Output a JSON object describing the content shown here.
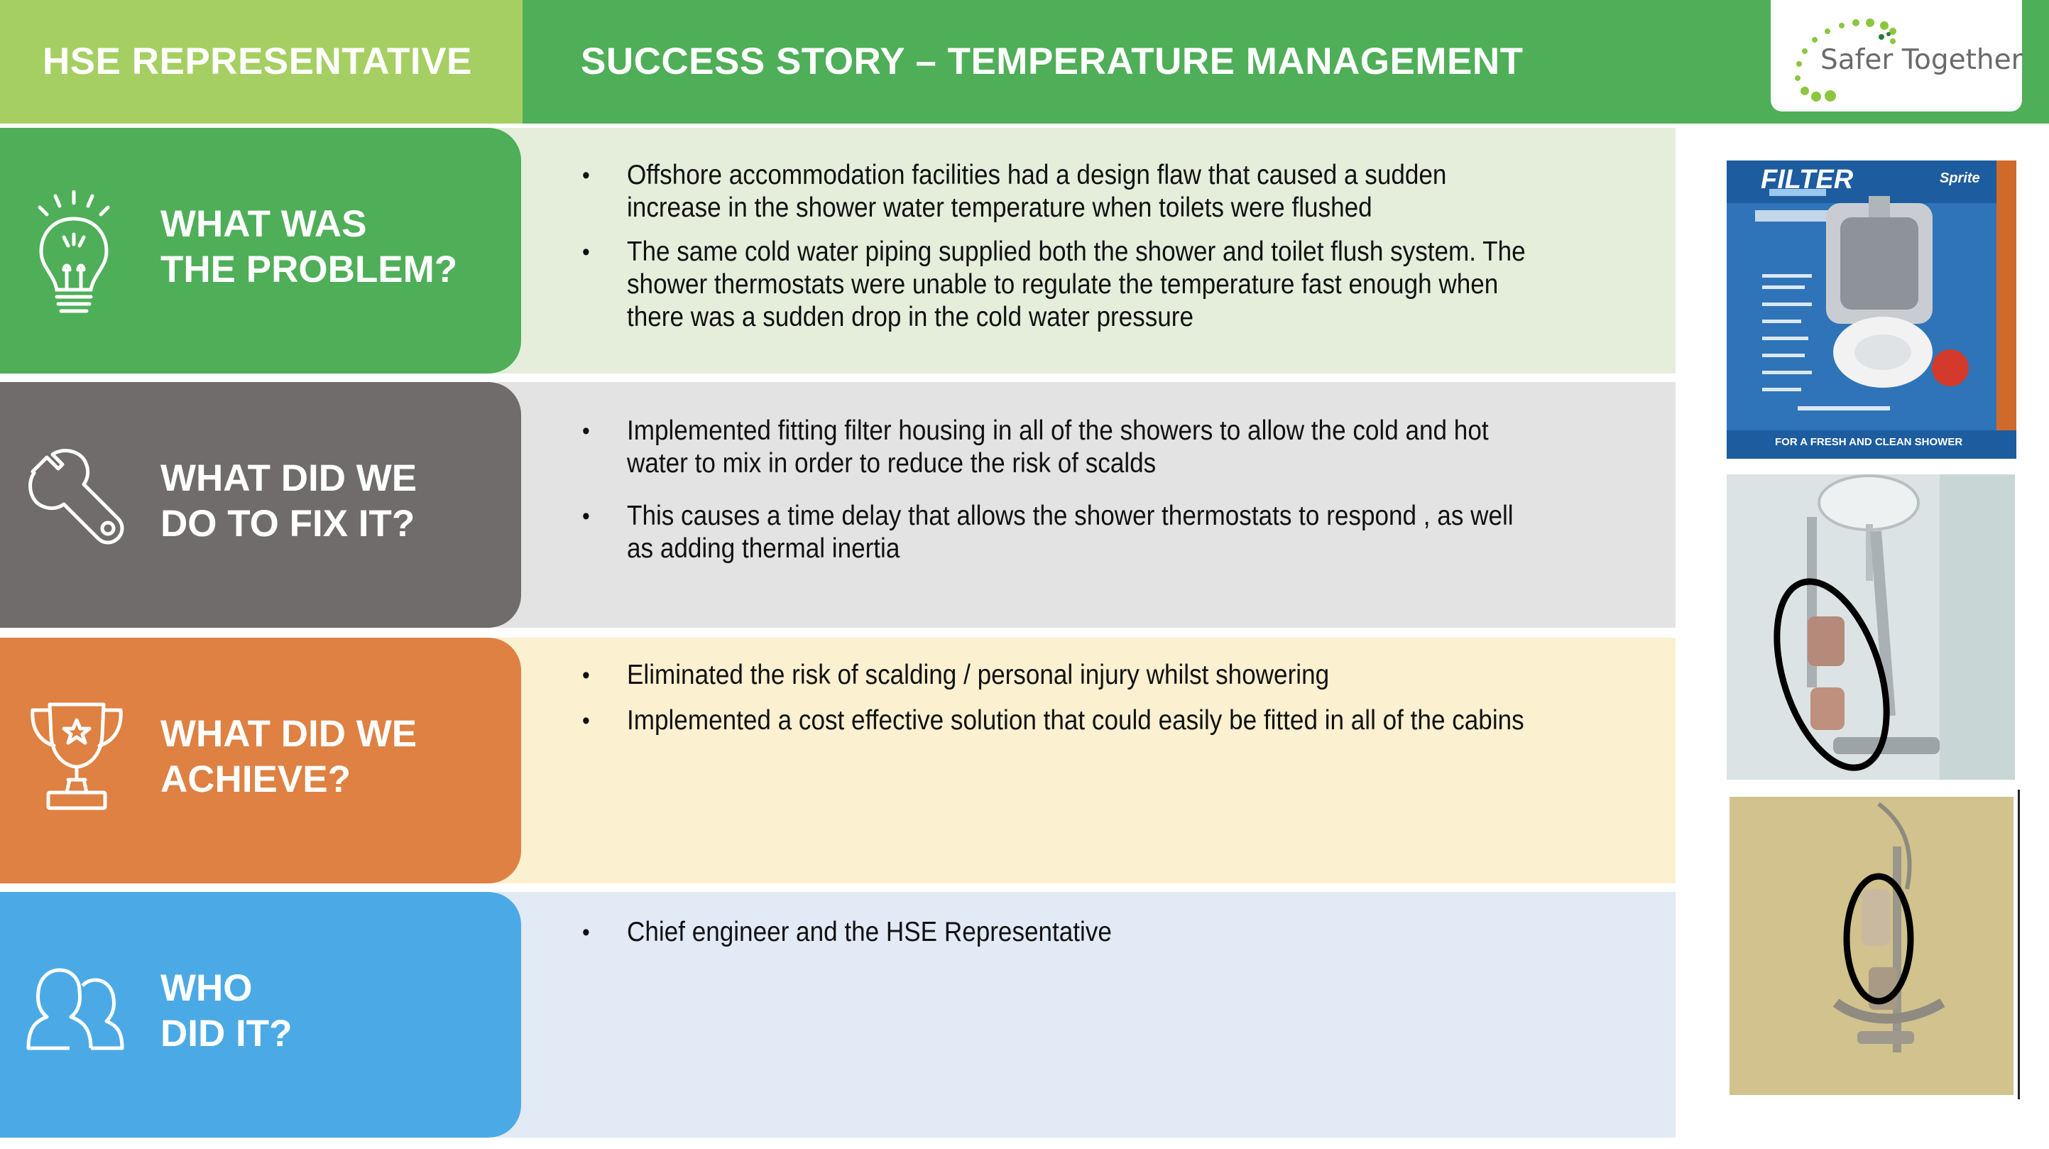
{
  "header": {
    "left_title": "HSE REPRESENTATIVE",
    "right_title": "SUCCESS STORY – TEMPERATURE MANAGEMENT",
    "logo_text": "Safer Together",
    "colors": {
      "left": "#a6cf63",
      "right": "#4fae58"
    }
  },
  "sections": [
    {
      "title_line1": "WHAT WAS",
      "title_line2": "THE PROBLEM?",
      "icon": "lightbulb-icon",
      "color": "#4fae58",
      "panel_color": "#e4eedb",
      "bullets": [
        "Offshore accommodation facilities had a design flaw that caused a sudden increase in the shower water temperature when toilets were flushed",
        "The same cold water piping supplied both the shower and toilet flush system. The shower thermostats were unable to regulate the temperature fast enough when there was a sudden drop in the cold water pressure"
      ]
    },
    {
      "title_line1": "WHAT DID WE",
      "title_line2": "DO TO FIX IT?",
      "icon": "wrench-icon",
      "color": "#6f6c6b",
      "panel_color": "#e3e3e3",
      "bullets": [
        "Implemented fitting filter housing in all of the showers to allow the cold and hot water to mix in order to reduce the risk of scalds",
        "This causes a time delay that allows the shower thermostats to respond , as well as adding thermal inertia"
      ]
    },
    {
      "title_line1": "WHAT DID WE",
      "title_line2": "ACHIEVE?",
      "icon": "trophy-icon",
      "color": "#de8142",
      "panel_color": "#fbf0cf",
      "bullets": [
        "Eliminated the risk of scalding /  personal injury whilst showering",
        "Implemented a cost effective solution that could easily be fitted in all of the cabins"
      ]
    },
    {
      "title_line1": "WHO",
      "title_line2": "DID IT?",
      "icon": "people-icon",
      "color": "#4baae5",
      "panel_color": "#e1eaf5",
      "bullets": [
        "Chief engineer and the HSE Representative"
      ]
    }
  ],
  "photos": {
    "filter_box_title": "FILTER",
    "filter_box_brand": "Sprite",
    "filter_box_caption": "FOR A FRESH AND CLEAN SHOWER"
  }
}
